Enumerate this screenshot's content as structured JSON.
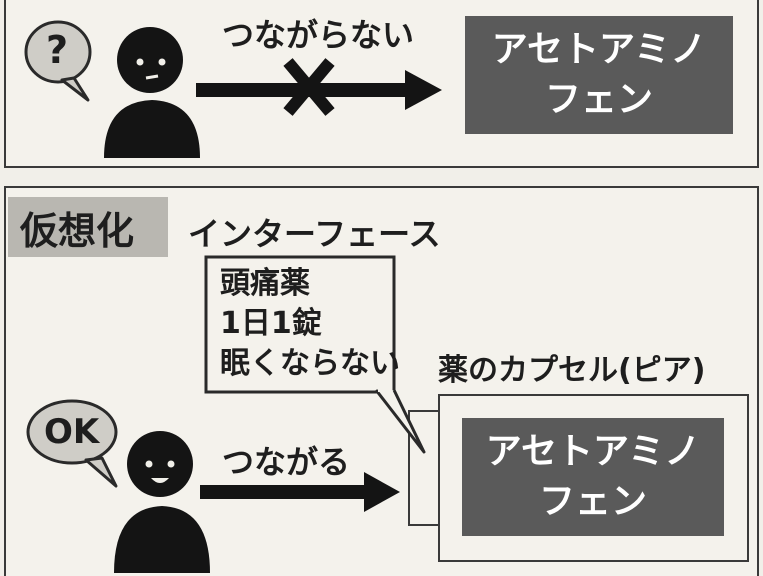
{
  "top": {
    "speech_mark": "?",
    "arrow_label": "つながらない",
    "drug_lines": [
      "アセトアミノ",
      "フェン"
    ]
  },
  "bottom": {
    "title": "仮想化",
    "interface_label": "インターフェース",
    "info_lines": [
      "頭痛薬",
      "1日1錠",
      "眠くならない"
    ],
    "capsule_label": "薬のカプセル(ピア)",
    "speech_text": "OK",
    "arrow_label": "つながる",
    "drug_lines": [
      "アセトアミノ",
      "フェン"
    ]
  },
  "colors": {
    "background": "#f1efe9",
    "dark_box": "#5a5a5a",
    "title_bg": "#b9b7b1",
    "bubble_fill": "#cfcdc7",
    "figure": "#141414"
  }
}
